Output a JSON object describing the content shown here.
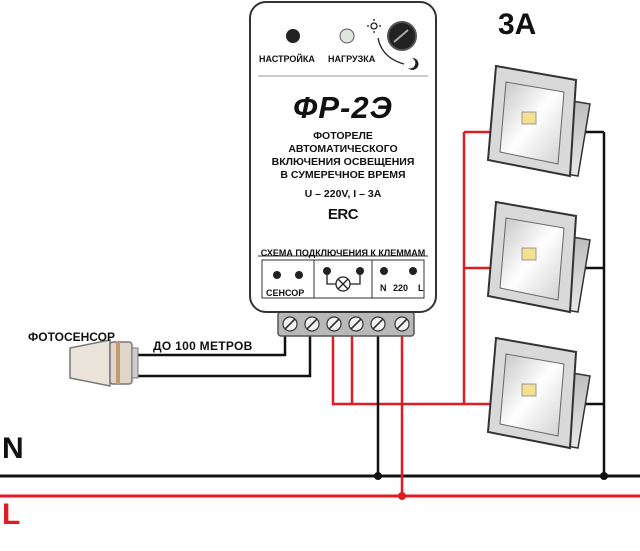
{
  "labels": {
    "current": "3A",
    "photosensor": "ФОТОСЕНСОР",
    "distance": "ДО 100 МЕТРОВ",
    "neutral": "N",
    "line": "L"
  },
  "device": {
    "button_settings": "НАСТРОЙКА",
    "button_load": "НАГРУЗКА",
    "title": "ФР-2Э",
    "description_lines": [
      "ФОТОРЕЛЕ",
      "АВТОМАТИЧЕСКОГО",
      "ВКЛЮЧЕНИЯ ОСВЕЩЕНИЯ",
      "В СУМЕРЕЧНОЕ ВРЕМЯ"
    ],
    "specs": "U – 220V, I – 3A",
    "certification": "ERC",
    "scheme_title": "СХЕМА ПОДКЛЮЧЕНИЯ К КЛЕММАМ",
    "terminal_sensor": "СЕНСОР",
    "terminal_n": "N",
    "terminal_220": "220",
    "terminal_l": "L"
  },
  "colors": {
    "line_wire": "#e01b24",
    "neutral_wire": "#111111",
    "device_body": "#ffffff",
    "lamp_body": "#d9d9d9"
  },
  "icons": [
    "sun-icon",
    "moon-icon",
    "lamp-symbol-icon",
    "screw-terminal-icon",
    "floodlight-icon",
    "photosensor-icon"
  ]
}
